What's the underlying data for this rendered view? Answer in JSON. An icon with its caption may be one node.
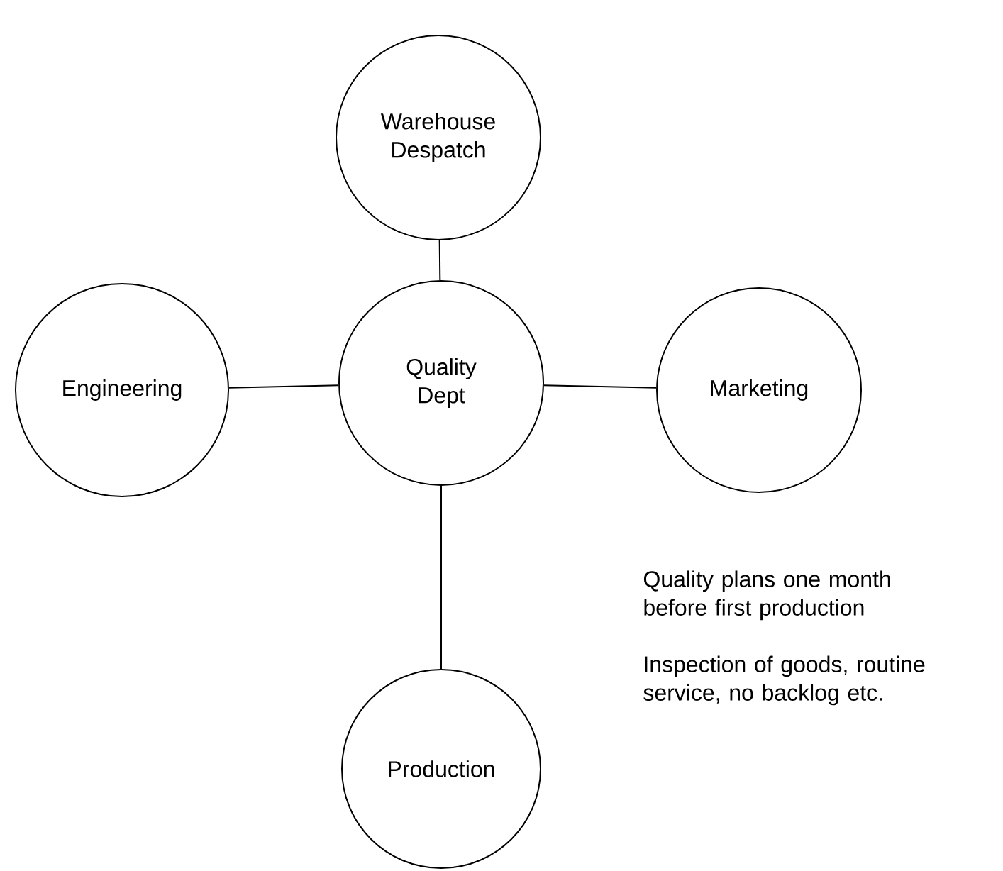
{
  "diagram": {
    "nodes": [
      {
        "text": [
          "Warehouse Despatch"
        ]
      },
      {
        "text": [
          "Engineering"
        ]
      },
      {
        "text": [
          "Quality Dept"
        ]
      },
      {
        "text": [
          "Marketing"
        ]
      },
      {
        "text": [
          "Production"
        ]
      }
    ],
    "edges": [
      {
        "from": 0,
        "to": 2,
        "arrow": "none"
      },
      {
        "from": 1,
        "to": 2,
        "arrow": "none"
      },
      {
        "from": 2,
        "to": 3,
        "arrow": "none"
      },
      {
        "from": 2,
        "to": 4,
        "arrow": "none"
      }
    ],
    "labels": [
      "Quality plans one month before first production",
      "Inspection of goods, routine service, no backlog etc."
    ]
  }
}
